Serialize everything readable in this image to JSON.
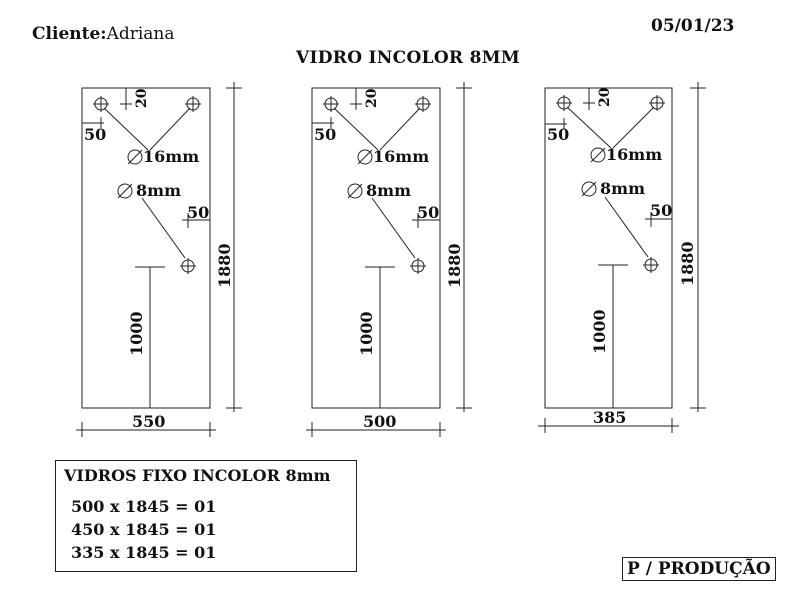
{
  "header": {
    "client_label": "Cliente:",
    "client_name": "Adriana",
    "date": "05/01/23",
    "title": "VIDRO INCOLOR 8MM"
  },
  "panels": [
    {
      "width": "550",
      "height": "1880",
      "hinge_height": "1000",
      "hole_large": "16mm",
      "hole_small": "8mm",
      "edge_top": "20",
      "edge_side": "50",
      "edge_handle": "50"
    },
    {
      "width": "500",
      "height": "1880",
      "hinge_height": "1000",
      "hole_large": "16mm",
      "hole_small": "8mm",
      "edge_top": "20",
      "edge_side": "50",
      "edge_handle": "50"
    },
    {
      "width": "385",
      "height": "1880",
      "hinge_height": "1000",
      "hole_large": "16mm",
      "hole_small": "8mm",
      "edge_top": "20",
      "edge_side": "50",
      "edge_handle": "50"
    }
  ],
  "spec": {
    "title": "VIDROS FIXO INCOLOR 8mm",
    "lines": [
      "500 x 1845 = 01",
      "450 x 1845 = 01",
      "335 x 1845 = 01"
    ]
  },
  "stamp": "P / PRODUÇÃO"
}
